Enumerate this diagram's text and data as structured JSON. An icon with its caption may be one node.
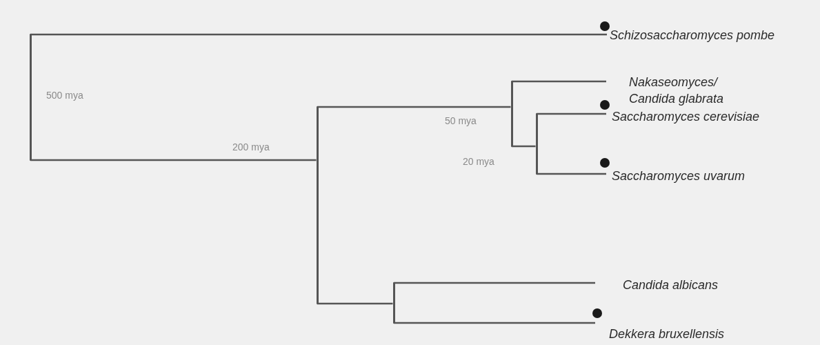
{
  "diagram": {
    "nodes": [
      {
        "text": [],
        "shape": "bar"
      },
      {
        "text": [
          "Schizosaccharomyces pombe"
        ]
      },
      {
        "text": [],
        "shape": "bar"
      },
      {
        "text": [],
        "shape": "bar"
      },
      {
        "text": [
          "Nakaseomyces/ Candida glabrata"
        ]
      },
      {
        "text": [],
        "shape": "bar"
      },
      {
        "text": [
          "Saccharomyces cerevisiae"
        ]
      },
      {
        "text": [
          "Saccharomyces uvarum"
        ]
      },
      {
        "text": [],
        "shape": "bar"
      },
      {
        "text": [
          "Candida albicans"
        ]
      },
      {
        "text": [
          "Dekkera bruxellensis"
        ]
      }
    ],
    "edges": [
      {
        "from": 0,
        "to": 1,
        "arrow": "none"
      },
      {
        "from": 0,
        "to": 2,
        "arrow": "none"
      },
      {
        "from": 2,
        "to": 3,
        "arrow": "none"
      },
      {
        "from": 3,
        "to": 4,
        "arrow": "none"
      },
      {
        "from": 3,
        "to": 5,
        "arrow": "none"
      },
      {
        "from": 5,
        "to": 6,
        "arrow": "none"
      },
      {
        "from": 5,
        "to": 7,
        "arrow": "none"
      },
      {
        "from": 2,
        "to": 8,
        "arrow": "none"
      },
      {
        "from": 8,
        "to": 9,
        "arrow": "none"
      },
      {
        "from": 8,
        "to": 10,
        "arrow": "none"
      }
    ],
    "labels": [
      "500 mya",
      "200 mya",
      "50 mya",
      "20 mya"
    ]
  }
}
